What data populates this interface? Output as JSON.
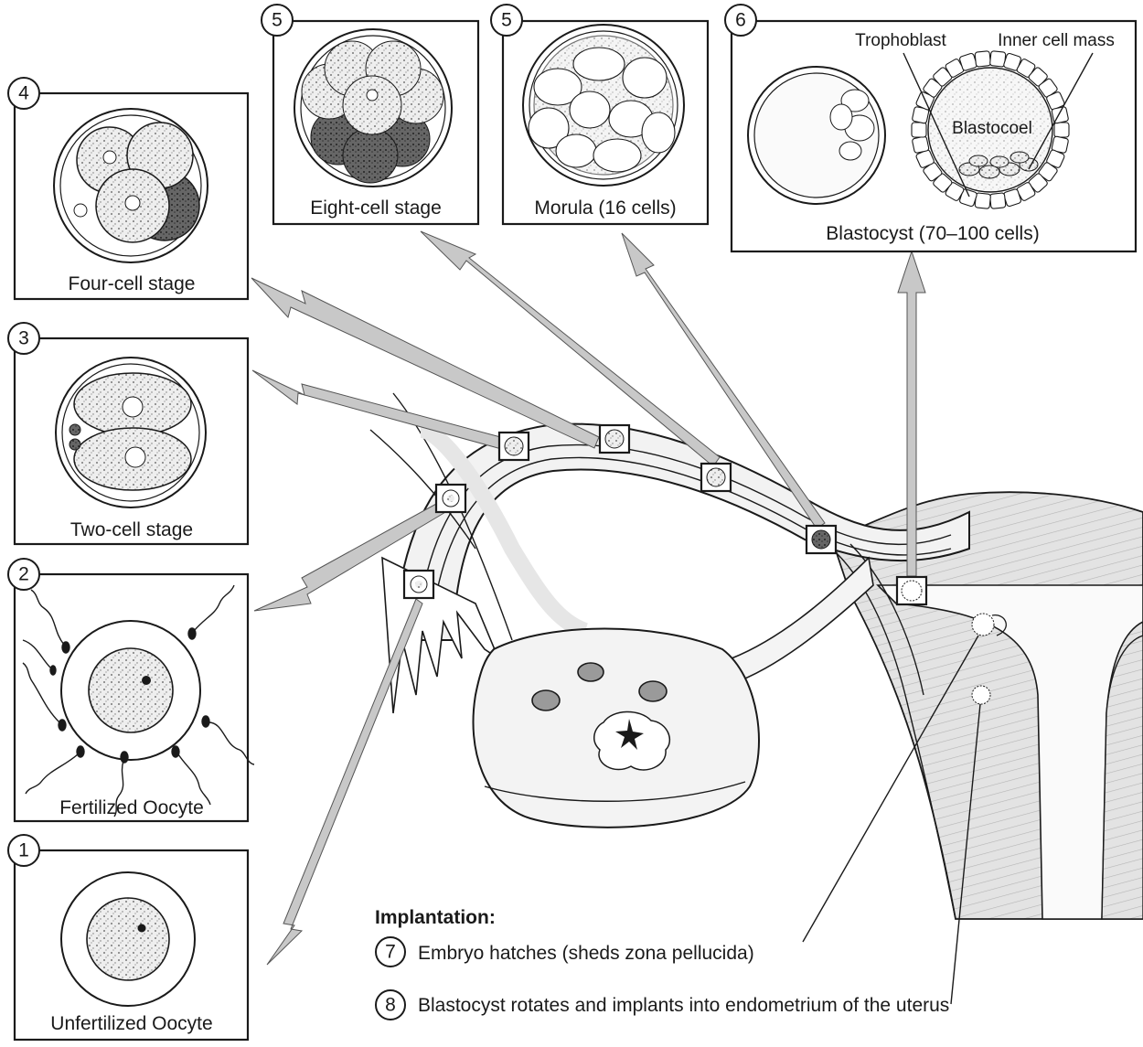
{
  "panels": [
    {
      "id": "unfertilized",
      "number": "1",
      "label": "Unfertilized Oocyte"
    },
    {
      "id": "fertilized",
      "number": "2",
      "label": "Fertilized Oocyte"
    },
    {
      "id": "two-cell",
      "number": "3",
      "label": "Two-cell stage"
    },
    {
      "id": "four-cell",
      "number": "4",
      "label": "Four-cell stage"
    },
    {
      "id": "eight-cell",
      "number": "5",
      "label": "Eight-cell stage"
    },
    {
      "id": "morula",
      "number": "5",
      "label": "Morula (16 cells)"
    },
    {
      "id": "blastocyst",
      "number": "6",
      "label": "Blastocyst (70–100 cells)"
    }
  ],
  "blastocyst_parts": {
    "trophoblast": "Trophoblast",
    "inner_cell_mass": "Inner cell mass",
    "blastocoel": "Blastocoel"
  },
  "implantation": {
    "title": "Implantation:",
    "steps": [
      {
        "number": "7",
        "text": "Embryo hatches (sheds zona pellucida)"
      },
      {
        "number": "8",
        "text": "Blastocyst rotates and implants into endometrium of the uterus"
      }
    ]
  },
  "colors": {
    "line": "#1a1a1a",
    "arrow_fill": "#c8c8c8",
    "tissue_light": "#f2f2f2",
    "tissue_mid": "#dcdcdc"
  }
}
